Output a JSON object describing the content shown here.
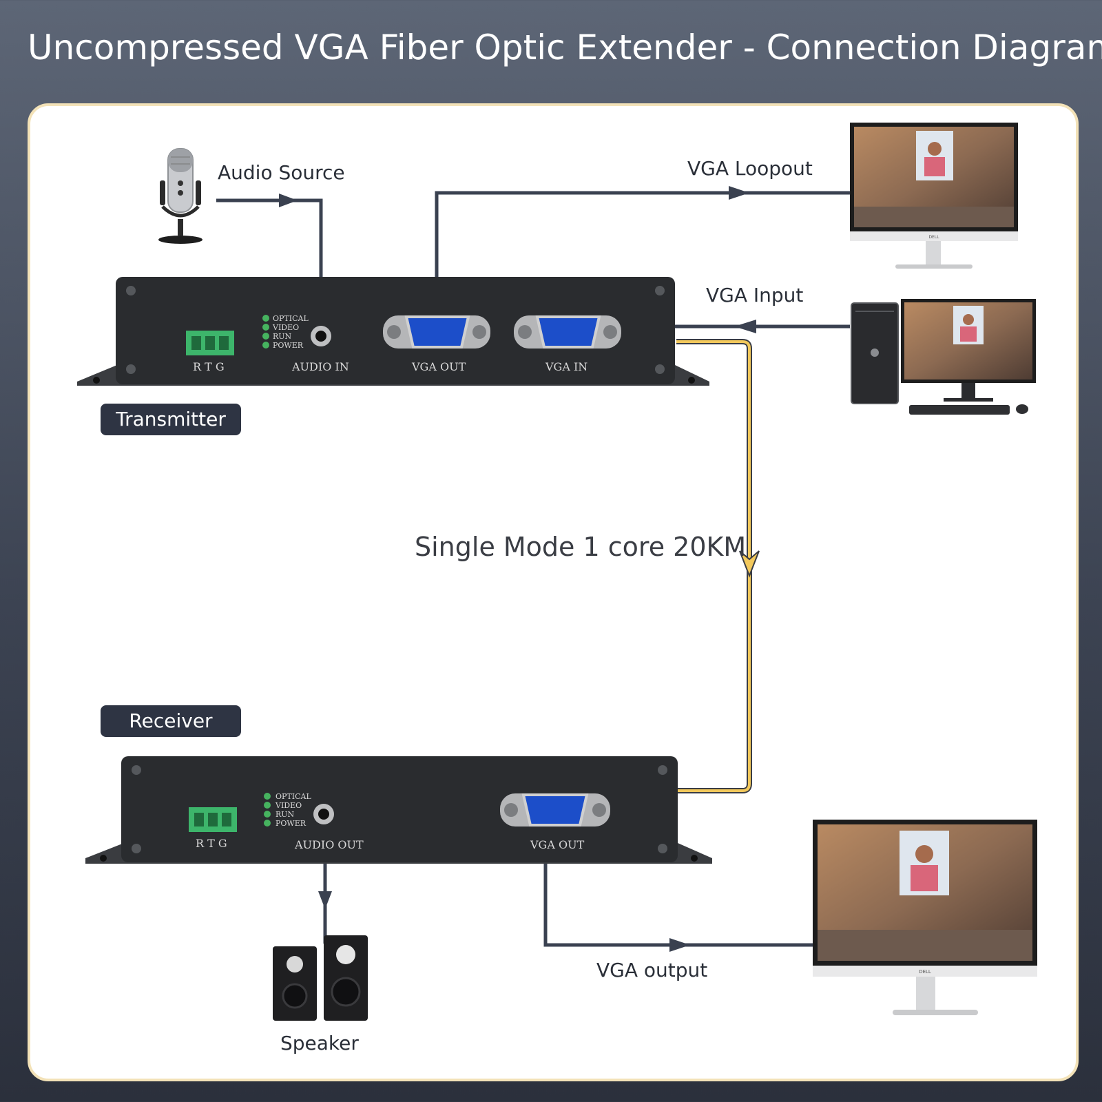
{
  "title": "Uncompressed VGA Fiber Optic Extender - Connection Diagram",
  "labels": {
    "audio_source": "Audio Source",
    "vga_loopout": "VGA Loopout",
    "vga_input": "VGA Input",
    "fiber": "Single Mode 1 core 20KM",
    "vga_output": "VGA output",
    "speaker": "Speaker"
  },
  "tags": {
    "transmitter": "Transmitter",
    "receiver": "Receiver"
  },
  "transmitter": {
    "leds": [
      "OPTICAL",
      "VIDEO",
      "RUN",
      "POWER"
    ],
    "terminal": "R T G",
    "audio_port": "AUDIO IN",
    "vga_out_port": "VGA OUT",
    "vga_in_port": "VGA IN"
  },
  "receiver": {
    "leds": [
      "OPTICAL",
      "VIDEO",
      "RUN",
      "POWER"
    ],
    "terminal": "R T G",
    "audio_port": "AUDIO OUT",
    "vga_out_port": "VGA OUT"
  },
  "monitor_brand": "DELL",
  "colors": {
    "line": "#3a4150",
    "fiber": "#f3c95c",
    "tag_bg": "#2e3443",
    "device": "#2a2c2f",
    "vga_blue": "#1c4ec9",
    "terminal_green": "#3db56b"
  }
}
